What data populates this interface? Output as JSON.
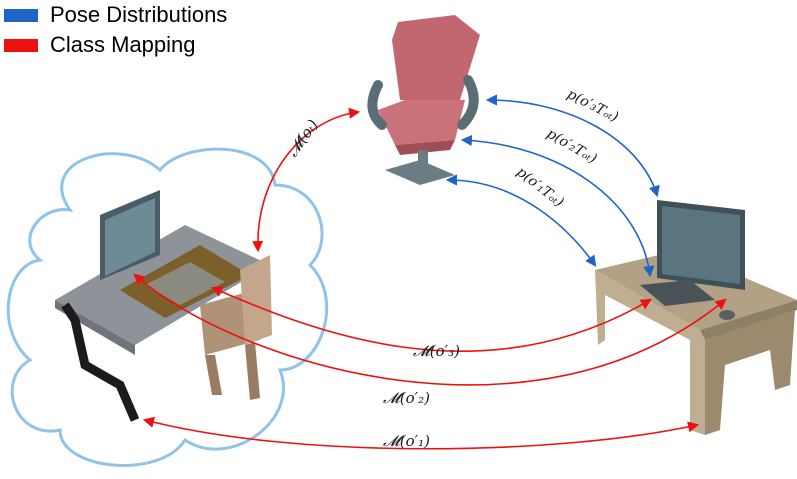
{
  "legend": [
    {
      "label": "Pose Distributions",
      "color": "#1f64c8"
    },
    {
      "label": "Class Mapping",
      "color": "#ee1111"
    }
  ],
  "labels": {
    "pose_3": "p(o′₃Tₒₜ)",
    "pose_2": "p(o′₂Tₒₜ)",
    "pose_1": "p(o′₁Tₒₜ)",
    "map_t": "𝓜(oₜ)",
    "map_3": "𝓜(o′₃)",
    "map_2": "𝓜(o′₂)",
    "map_1": "𝓜(o′₁)"
  },
  "colors": {
    "pose": "#1f64c8",
    "mapping": "#ee1111",
    "cloud": "#8fc3ea"
  }
}
